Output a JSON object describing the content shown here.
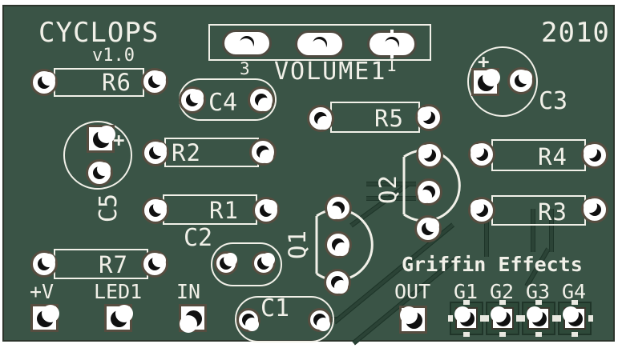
{
  "colors": {
    "board_green": "#3a5446",
    "silkscreen": "#f1f0e8",
    "copper_trace": "#2b4336",
    "pad_fill": "#ffffff",
    "drill": "#101010"
  },
  "board": {
    "title": "CYCLOPS",
    "version": "v1.0",
    "year": "2010",
    "brand": "Griffin Effects"
  },
  "volume": {
    "ref": "VOLUME1",
    "pin3_label": "3",
    "pin1_label": "1"
  },
  "designators": {
    "r1": "R1",
    "r2": "R2",
    "r3": "R3",
    "r4": "R4",
    "r5": "R5",
    "r6": "R6",
    "r7": "R7",
    "c1": "C1",
    "c2": "C2",
    "c3": "C3",
    "c4": "C4",
    "c5": "C5",
    "q1": "Q1",
    "q2": "Q2"
  },
  "polarity": {
    "plus": "+"
  },
  "pads": {
    "power": "+V",
    "led": "LED1",
    "input": "IN",
    "output": "OUT",
    "g1": "G1",
    "g2": "G2",
    "g3": "G3",
    "g4": "G4"
  }
}
